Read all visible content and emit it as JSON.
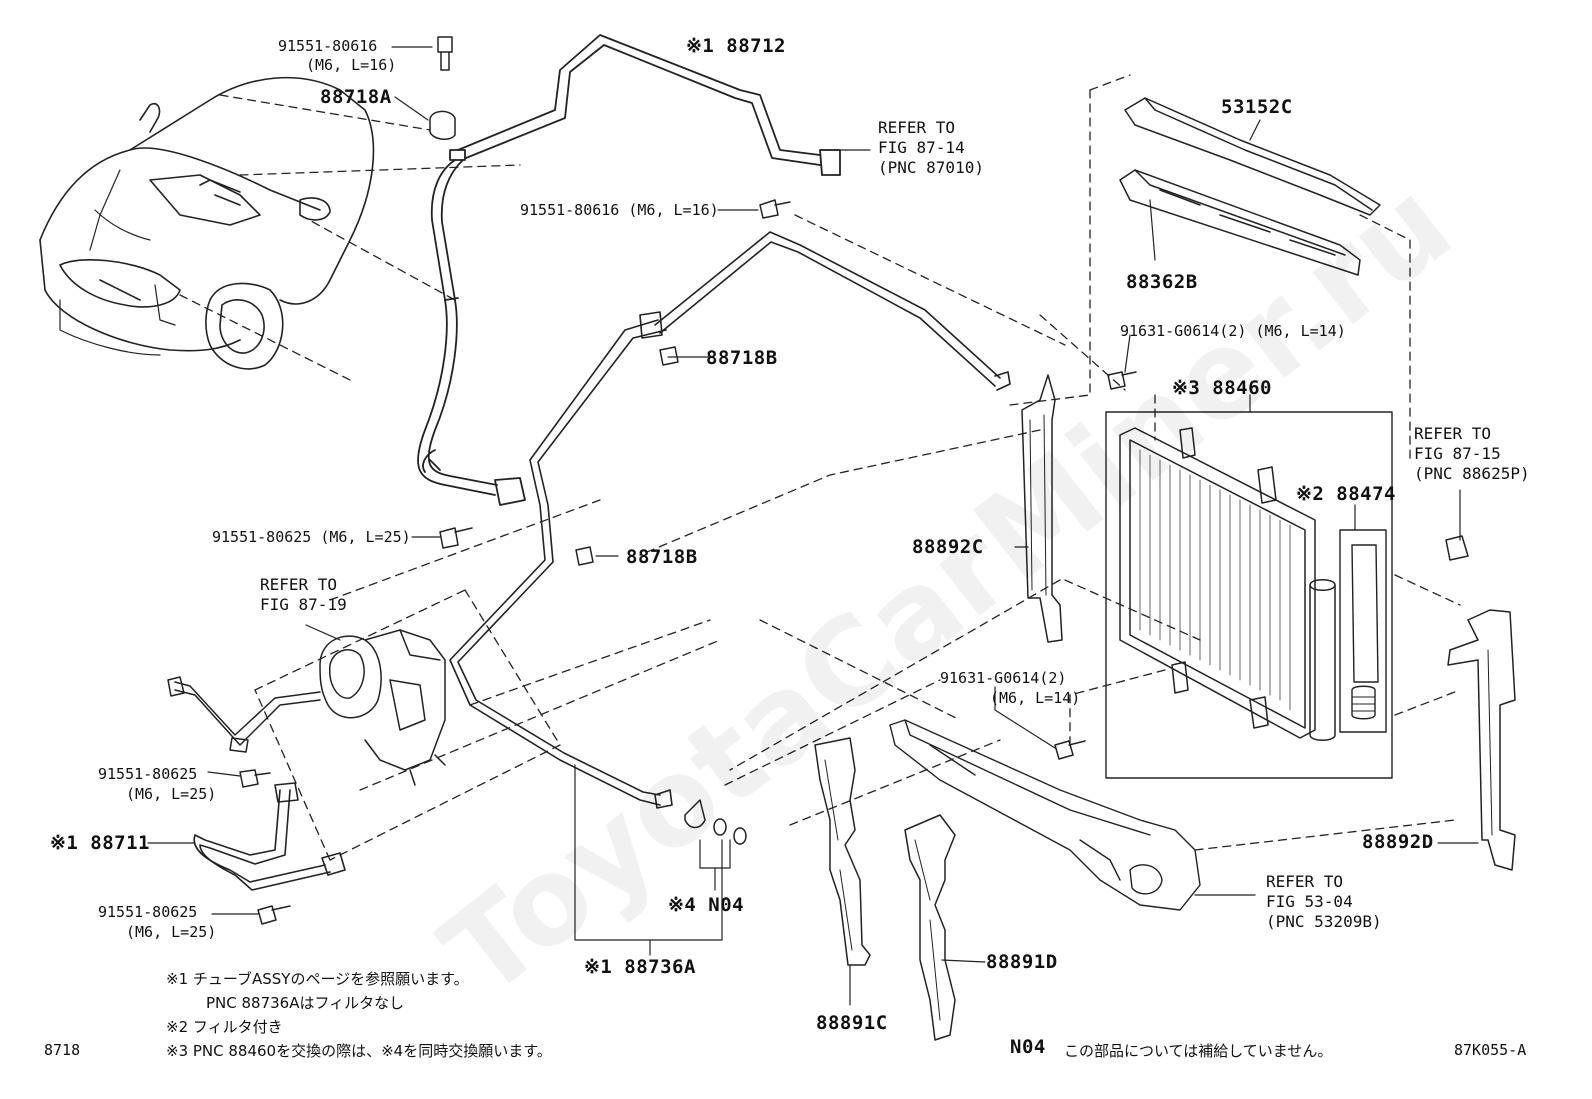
{
  "diagram_id": "87K055-A",
  "figure_number": "8718",
  "watermark": "ToyotaCarMiner.ru",
  "labels": {
    "p_88712": "※1 88712",
    "p_91551_80616_top": "91551-80616",
    "p_91551_80616_top_spec": "(M6, L=16)",
    "p_88718A": "88718A",
    "p_91551_80616_mid": "91551-80616 (M6, L=16)",
    "p_88718B_upper": "88718B",
    "p_88718B_lower": "88718B",
    "p_91551_80625_upper": "91551-80625 (M6, L=25)",
    "p_91551_80625_mid": "91551-80625",
    "p_91551_80625_mid_spec": "(M6, L=25)",
    "p_88711": "※1 88711",
    "p_91551_80625_lower": "91551-80625",
    "p_91551_80625_lower_spec": "(M6, L=25)",
    "p_N04": "※4 N04",
    "p_88736A": "※1 88736A",
    "p_53152C": "53152C",
    "p_88362B": "88362B",
    "p_91631_upper": "91631-G0614(2) (M6, L=14)",
    "p_88460": "※3 88460",
    "p_88474": "※2 88474",
    "p_88892C": "88892C",
    "p_91631_lower": "91631-G0614(2)",
    "p_91631_lower_spec": "(M6, L=14)",
    "p_88891C": "88891C",
    "p_88891D": "88891D",
    "p_88892D": "88892D"
  },
  "refs": {
    "ref_87_14": [
      "REFER TO",
      "FIG 87-14",
      "(PNC 87010)"
    ],
    "ref_87_19": [
      "REFER TO",
      "FIG 87-19"
    ],
    "ref_87_15": [
      "REFER TO",
      "FIG 87-15",
      "(PNC 88625P)"
    ],
    "ref_53_04": [
      "REFER TO",
      "FIG 53-04",
      "(PNC 53209B)"
    ]
  },
  "notes": {
    "n1": "※1  チューブASSYのページを参照願います。",
    "n1b": "PNC 88736Aはフィルタなし",
    "n2": "※2  フィルタ付き",
    "n3": "※3  PNC 88460を交換の際は、※4を同時交換願います。",
    "n04_code": "N04",
    "n04_text": "この部品については補給していません。"
  }
}
